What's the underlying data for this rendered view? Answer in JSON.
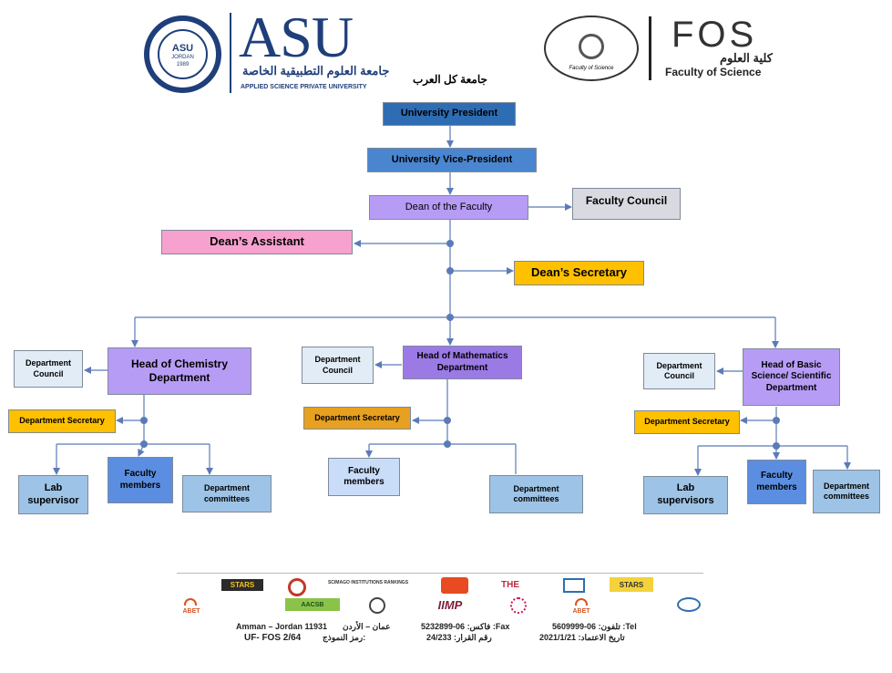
{
  "header": {
    "asu_logo_text": "ASU",
    "asu_arabic_name": "جامعة العلوم التطبيقية الخاصة",
    "asu_english_name": "APPLIED SCIENCE PRIVATE UNIVERSITY",
    "asu_seal_center": "ASU",
    "asu_seal_country": "JORDAN",
    "asu_seal_year": "1989",
    "fos_logo_text": "FOS",
    "fos_arabic_name": "كلية العلوم",
    "fos_english_name": "Faculty of Science",
    "fos_seal_caption": "Faculty of Science",
    "slogan": "جامعة كل العرب"
  },
  "org": {
    "president": "University President",
    "vice_president": "University Vice-President",
    "dean": "Dean of the Faculty",
    "faculty_council": "Faculty Council",
    "deans_assistant": "Dean’s Assistant",
    "deans_secretary": "Dean’s Secretary",
    "chemistry": {
      "head": "Head of Chemistry Department",
      "council": "Department Council",
      "secretary": "Department Secretary",
      "lab": "Lab supervisor",
      "faculty": "Faculty members",
      "committees": "Department committees"
    },
    "mathematics": {
      "head": "Head of Mathematics Department",
      "council": "Department Council",
      "secretary": "Department Secretary",
      "faculty": "Faculty members",
      "committees": "Department committees"
    },
    "basic_science": {
      "head": "Head of Basic Science/ Scientific Department",
      "council": "Department Council",
      "secretary": "Department Secretary",
      "lab": "Lab supervisors",
      "faculty": "Faculty members",
      "committees": "Department committees"
    }
  },
  "footer": {
    "accreditation_logos": [
      "STARS",
      "SCIMAGO INSTITUTIONS RANKINGS",
      "THE",
      "ABET",
      "AACSB",
      "IIMP",
      "ABET",
      "STARS"
    ],
    "address_en": "Amman – Jordan   11931",
    "address_ar": "عمان – الأردن",
    "fax": "فاكس: 06-5232899 :Fax",
    "tel": "تلفون: 06-5609999 :Tel",
    "form_code": "UF- FOS 2/64",
    "form_code_label": "رمز النموذج:",
    "decision_no": "رقم القرار: 24/233",
    "approval_date": "تاريخ الاعتماد: 2021/1/21"
  },
  "colors": {
    "dark_blue": "#2e6db4",
    "mid_blue": "#4a86cf",
    "purple": "#b79cf5",
    "purple_dark": "#9b7ae6",
    "grey": "#d9d9e1",
    "pink": "#f7a1cf",
    "yellow": "#ffc000",
    "orange": "#e8a020",
    "light_blue": "#e1ecf7",
    "faculty_blue": "#5b8ee0",
    "committee_blue": "#9dc3e6",
    "connector": "#5b7ab8"
  }
}
